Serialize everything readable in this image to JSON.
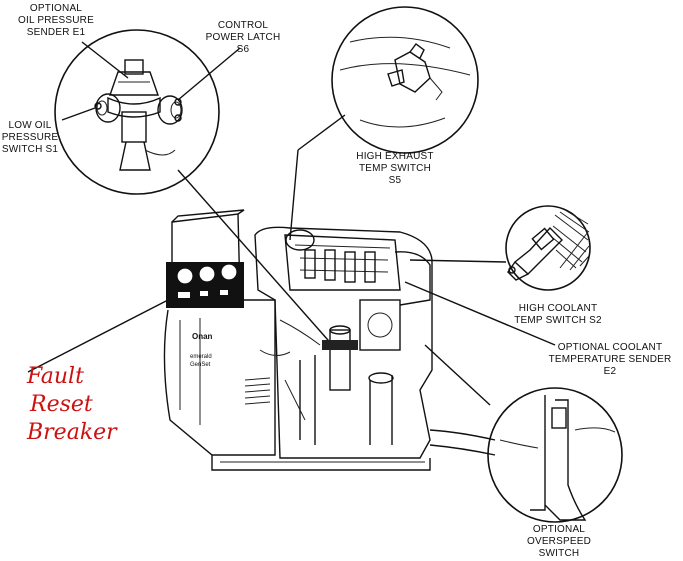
{
  "callouts": {
    "oil_pressure_sender": [
      "OPTIONAL",
      "OIL PRESSURE",
      "SENDER E1"
    ],
    "control_power_latch": [
      "CONTROL",
      "POWER LATCH",
      "S6"
    ],
    "low_oil_pressure_switch": [
      "LOW OIL",
      "PRESSURE",
      "SWITCH S1"
    ],
    "high_exhaust_temp_switch": [
      "HIGH EXHAUST",
      "TEMP SWITCH",
      "S5"
    ],
    "high_coolant_temp_switch": [
      "HIGH COOLANT",
      "TEMP SWITCH S2"
    ],
    "coolant_temperature_sender": [
      "OPTIONAL COOLANT",
      "TEMPERATURE SENDER",
      "E2"
    ],
    "overspeed_switch": [
      "OPTIONAL",
      "OVERSPEED",
      "SWITCH"
    ]
  },
  "annotation": {
    "lines": [
      "Fault",
      "Reset",
      "Breaker"
    ],
    "color": "#cc1111"
  },
  "generator_branding": {
    "brand": "Onan",
    "model_line1": "emerald",
    "model_line2": "GenSet"
  }
}
